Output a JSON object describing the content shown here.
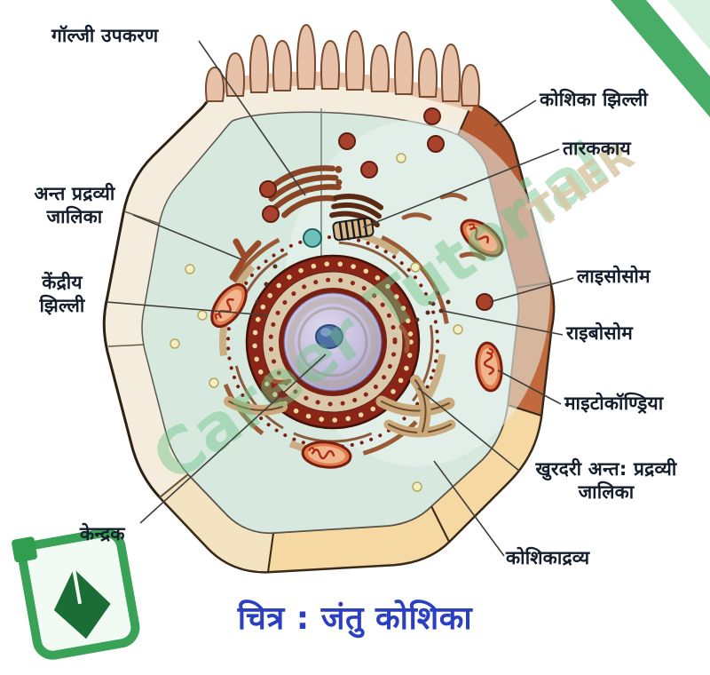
{
  "figure": {
    "title": "चित्र : जंतु कोशिका"
  },
  "watermark": {
    "brand": "Career Tutorial",
    "fragment": "THER",
    "brand_color": "#6fc487"
  },
  "colors": {
    "title_blue": "#2b3fc2",
    "label_text": "#151e2c",
    "cell_rim_cream": "#f4ecdc",
    "cell_rim_orange": "#f6d8a2",
    "cell_rim_terracotta": "#b35a32",
    "cytoplasm_teal": "#d7e9df",
    "nucleus_maroon": "#8a2517",
    "nucleoplasm_lavender": "#c9c2e0",
    "mitochondrion_orange": "#e07b4a",
    "golgi_brown": "#8a4526",
    "logo_green": "#2f9e4f"
  },
  "labels": [
    {
      "id": "golgi-apparatus",
      "text": "गॉल्जी  उपकरण"
    },
    {
      "id": "cell-membrane",
      "text": "कोशिका झिल्ली"
    },
    {
      "id": "centrosome",
      "text": "तारककाय"
    },
    {
      "id": "endoplasmic-reticulum",
      "text": "अन्त प्रद्रव्यी\nजालिका"
    },
    {
      "id": "nuclear-membrane",
      "text": "केंद्रीय\nझिल्ली"
    },
    {
      "id": "lysosome",
      "text": "लाइसोसोम"
    },
    {
      "id": "ribosome",
      "text": "राइबोसोम"
    },
    {
      "id": "mitochondria",
      "text": "माइटोकॉण्ड्रिया"
    },
    {
      "id": "rough-er",
      "text": "खुरदरी अन्त: प्रद्रव्यी\nजालिका"
    },
    {
      "id": "cytoplasm",
      "text": "कोशिकाद्रव्य"
    },
    {
      "id": "nucleus",
      "text": "केन्द्रक"
    }
  ]
}
